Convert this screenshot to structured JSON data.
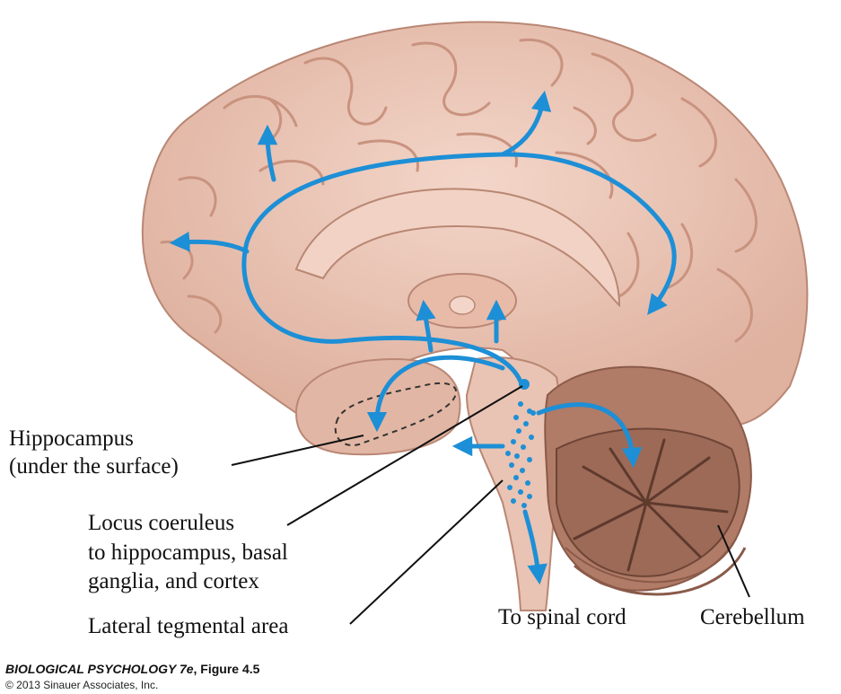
{
  "labels": {
    "hippocampus": [
      "Hippocampus",
      "(under the surface)"
    ],
    "locus": [
      "Locus coeruleus",
      "to hippocampus, basal",
      "ganglia, and cortex"
    ],
    "lateral": "Lateral tegmental area",
    "spinal": "To spinal cord",
    "cerebellum": "Cerebellum"
  },
  "credit": {
    "book": "BIOLOGICAL PSYCHOLOGY 7e",
    "figure": ", Figure 4.5",
    "copyright": "© 2013 Sinauer Associates, Inc."
  },
  "colors": {
    "pathway": "#1d8fd6",
    "brain": "#ecc7b8",
    "brain_dark": "#b98774",
    "cerebellum": "#9d6a58"
  }
}
